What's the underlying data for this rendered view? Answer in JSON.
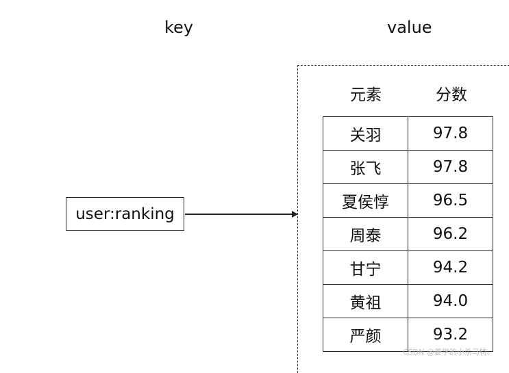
{
  "headings": {
    "key": "key",
    "value": "value"
  },
  "key_box": {
    "label": "user:ranking"
  },
  "value_table": {
    "columns": [
      "元素",
      "分数"
    ],
    "rows": [
      {
        "member": "关羽",
        "score": "97.8"
      },
      {
        "member": "张飞",
        "score": "97.8"
      },
      {
        "member": "夏侯惇",
        "score": "96.5"
      },
      {
        "member": "周泰",
        "score": "96.2"
      },
      {
        "member": "甘宁",
        "score": "94.2"
      },
      {
        "member": "黄祖",
        "score": "94.0"
      },
      {
        "member": "严颜",
        "score": "93.2"
      }
    ]
  },
  "watermark": "CSDN @姜学的小杀马特。"
}
